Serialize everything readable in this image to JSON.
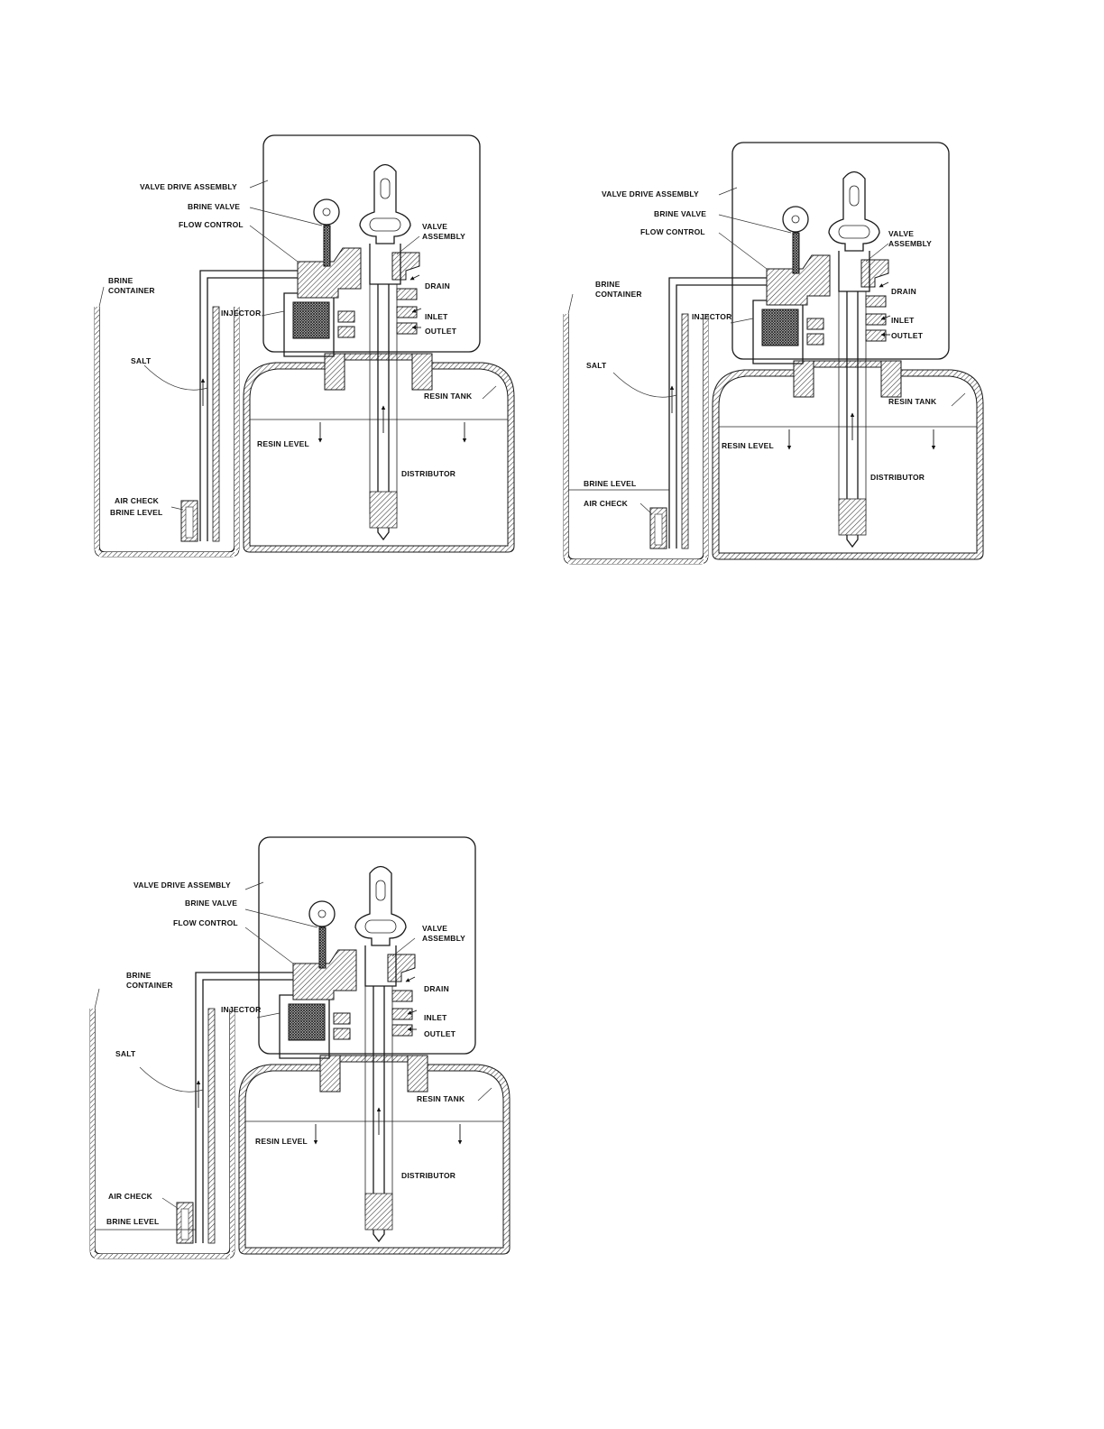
{
  "diagrams": [
    {
      "id": "a",
      "labels": {
        "valve_drive_assembly": "VALVE DRIVE ASSEMBLY",
        "brine_valve": "BRINE VALVE",
        "flow_control": "FLOW CONTROL",
        "valve_assembly": "VALVE\nASSEMBLY",
        "brine_container": "BRINE\nCONTAINER",
        "injector": "INJECTOR",
        "drain": "DRAIN",
        "inlet": "INLET",
        "outlet": "OUTLET",
        "salt": "SALT",
        "resin_tank": "RESIN TANK",
        "resin_level": "RESIN LEVEL",
        "distributor": "DISTRIBUTOR",
        "air_check": "AIR CHECK",
        "brine_level": "BRINE LEVEL"
      }
    },
    {
      "id": "b",
      "labels": {
        "valve_drive_assembly": "VALVE DRIVE ASSEMBLY",
        "brine_valve": "BRINE VALVE",
        "flow_control": "FLOW CONTROL",
        "valve_assembly": "VALVE\nASSEMBLY",
        "brine_container": "BRINE\nCONTAINER",
        "injector": "INJECTOR",
        "drain": "DRAIN",
        "inlet": "INLET",
        "outlet": "OUTLET",
        "salt": "SALT",
        "resin_tank": "RESIN TANK",
        "resin_level": "RESIN LEVEL",
        "distributor": "DISTRIBUTOR",
        "air_check": "AIR CHECK",
        "brine_level": "BRINE LEVEL"
      }
    },
    {
      "id": "c",
      "labels": {
        "valve_drive_assembly": "VALVE DRIVE ASSEMBLY",
        "brine_valve": "BRINE VALVE",
        "flow_control": "FLOW CONTROL",
        "valve_assembly": "VALVE\nASSEMBLY",
        "brine_container": "BRINE\nCONTAINER",
        "injector": "INJECTOR",
        "drain": "DRAIN",
        "inlet": "INLET",
        "outlet": "OUTLET",
        "salt": "SALT",
        "resin_tank": "RESIN TANK",
        "resin_level": "RESIN LEVEL",
        "distributor": "DISTRIBUTOR",
        "air_check": "AIR CHECK",
        "brine_level": "BRINE LEVEL"
      }
    }
  ]
}
